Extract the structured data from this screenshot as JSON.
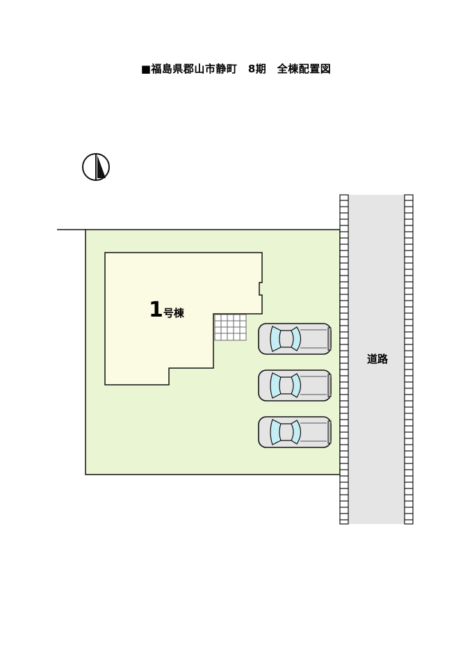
{
  "title": "■福島県郡山市静町　8期　全棟配置図",
  "building": {
    "number": "1",
    "suffix": "号棟"
  },
  "road_label": "道路",
  "colors": {
    "lot": "#e9f5d3",
    "building": "#fbfbe3",
    "road": "#e5e5e5",
    "car_body": "#e4e4e4",
    "car_glass": "#c4eef4",
    "line": "#111111"
  },
  "icons": [
    "north-arrow-icon",
    "car-icon"
  ],
  "parking_spaces": 3
}
